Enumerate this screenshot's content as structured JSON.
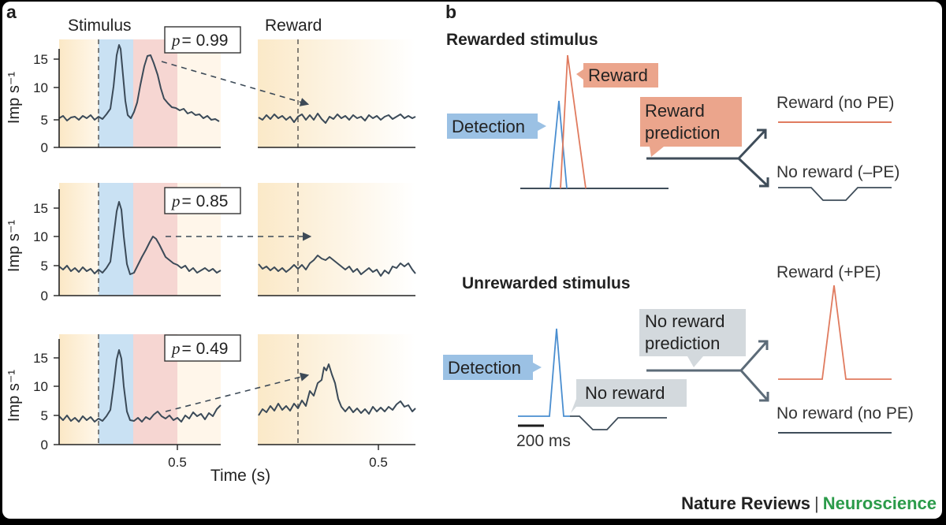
{
  "panel_a": {
    "letter": "a",
    "stimulus_label": "Stimulus",
    "reward_label": "Reward",
    "ylabel": "Imp s⁻¹",
    "yticks": [
      "0",
      "5",
      "10",
      "15"
    ],
    "xtick": "0.5",
    "xlabel": "Time (s)",
    "rows": [
      {
        "p_label": "p",
        "p_value": "= 0.99"
      },
      {
        "p_label": "p",
        "p_value": "= 0.85"
      },
      {
        "p_label": "p",
        "p_value": "= 0.49"
      }
    ]
  },
  "panel_b": {
    "letter": "b",
    "rewarded": {
      "title": "Rewarded stimulus",
      "detection": "Detection",
      "reward": "Reward",
      "prediction_line1": "Reward",
      "prediction_line2": "prediction",
      "outcome_top": "Reward (no PE)",
      "outcome_bottom": "No reward (–PE)"
    },
    "unrewarded": {
      "title": "Unrewarded stimulus",
      "detection": "Detection",
      "no_reward": "No reward",
      "prediction_line1": "No reward",
      "prediction_line2": "prediction",
      "outcome_top": "Reward (+PE)",
      "outcome_bottom": "No reward (no PE)"
    },
    "scale_bar": "200 ms"
  },
  "journal": {
    "name": "Nature Reviews",
    "separator": "|",
    "subject": "Neuroscience"
  },
  "colors": {
    "detection_blue": "#4a8ed0",
    "reward_orange": "#e07b5f",
    "detection_box": "#9bc1e4",
    "reward_box": "#eba58c",
    "grey_box": "#d3d9dd",
    "arrow_dark": "#3f4d5a",
    "neuroscience_green": "#2b9b4a"
  }
}
